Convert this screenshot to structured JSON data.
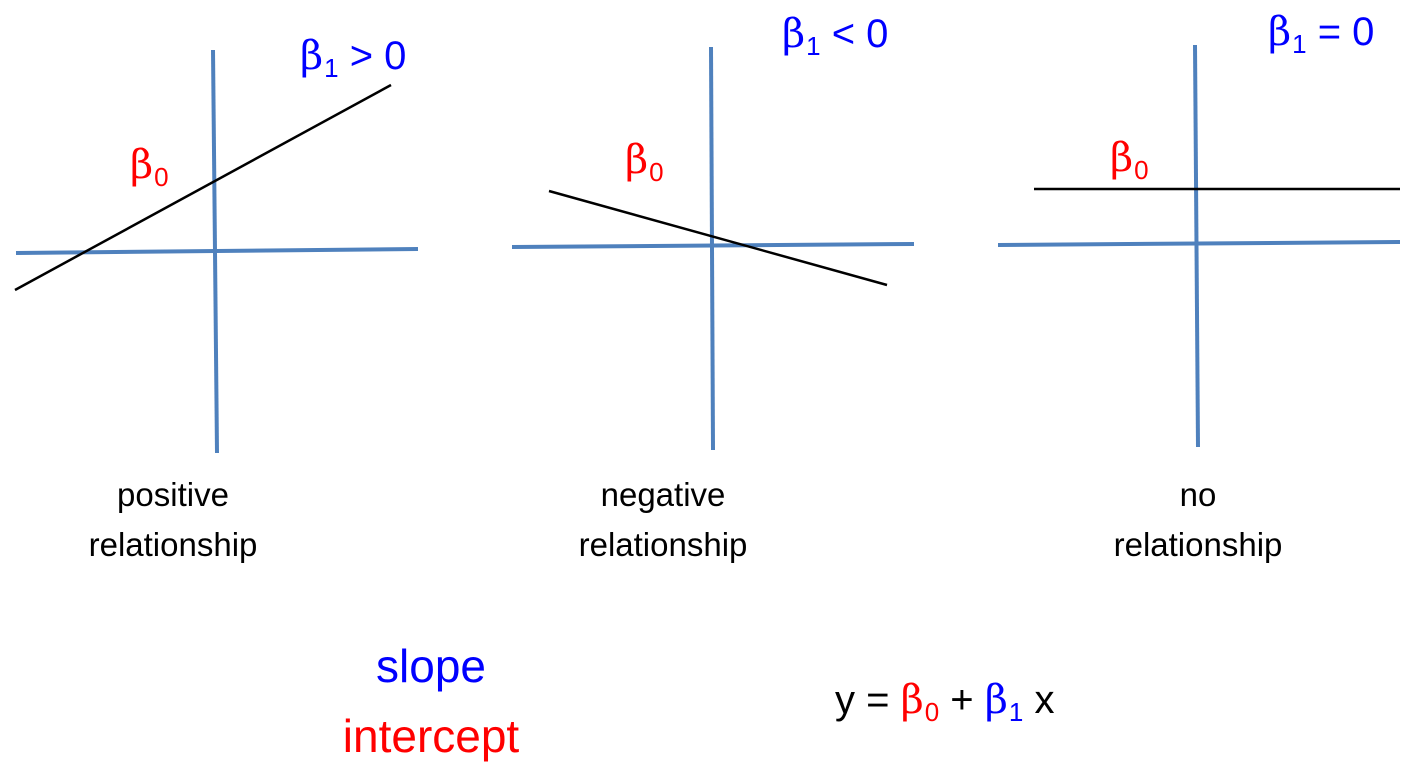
{
  "colors": {
    "axis": "#4f81bd",
    "line": "#000000",
    "slope": "#0000ff",
    "intercept": "#ff0000",
    "text": "#000000"
  },
  "panels": [
    {
      "slope_label": {
        "symbol": "β",
        "subscript": "1",
        "relation": " > 0"
      },
      "intercept_label": {
        "symbol": "β",
        "subscript": "0"
      },
      "caption": [
        "positive",
        "relationship"
      ]
    },
    {
      "slope_label": {
        "symbol": "β",
        "subscript": "1",
        "relation": " < 0"
      },
      "intercept_label": {
        "symbol": "β",
        "subscript": "0"
      },
      "caption": [
        "negative",
        "relationship"
      ]
    },
    {
      "slope_label": {
        "symbol": "β",
        "subscript": "1",
        "relation": " = 0"
      },
      "intercept_label": {
        "symbol": "β",
        "subscript": "0"
      },
      "caption": [
        "no",
        "relationship"
      ]
    }
  ],
  "legend": {
    "slope": "slope",
    "intercept": "intercept"
  },
  "equation": {
    "lhs": "y = ",
    "b0_symbol": "β",
    "b0_sub": "0",
    "plus": " + ",
    "b1_symbol": "β",
    "b1_sub": "1",
    "x": " x"
  }
}
